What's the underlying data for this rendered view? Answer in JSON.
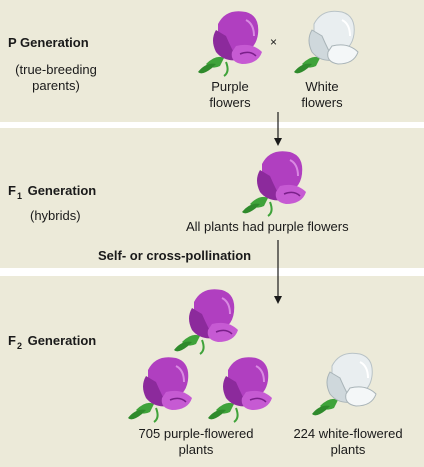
{
  "p_generation": {
    "title": "P Generation",
    "subtitle": "(true-breeding\nparents)",
    "cross_symbol": "×",
    "purple_label": "Purple\nflowers",
    "white_label": "White\nflowers"
  },
  "f1_generation": {
    "title_prefix": "F",
    "title_sub": "1",
    "title_suffix": "Generation",
    "subtitle": "(hybrids)",
    "caption": "All plants had purple flowers"
  },
  "pollination_label": "Self- or cross-pollination",
  "f2_generation": {
    "title_prefix": "F",
    "title_sub": "2",
    "title_suffix": "Generation",
    "purple_caption": "705 purple-flowered\nplants",
    "white_caption": "224 white-flowered\nplants"
  },
  "colors": {
    "band": "#ecead9",
    "purple_petal": "#b03fc0",
    "purple_dark": "#7a1f8a",
    "white_petal": "#e9eef0",
    "white_dark": "#a9b4b8",
    "leaf": "#3fa33a"
  }
}
